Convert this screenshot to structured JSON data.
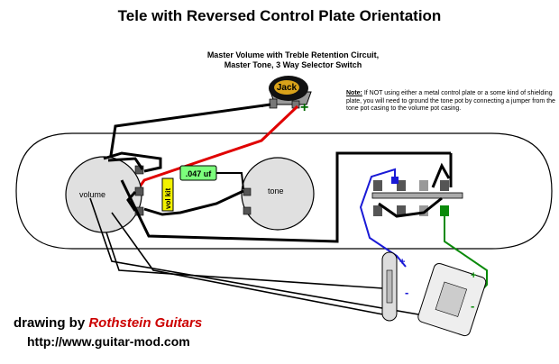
{
  "title": "Tele with Reversed Control Plate Orientation",
  "subtitle_line1": "Master Volume with Treble Retention Circuit,",
  "subtitle_line2": "Master Tone, 3 Way Selector Switch",
  "note": {
    "label": "Note:",
    "text": "If NOT using either a metal control plate or a some kind of shielding plate, you will need to ground the tone pot by connecting a jumper from the tone pot casing to the volume pot casing."
  },
  "labels": {
    "jack": "Jack",
    "jack_minus": "-",
    "jack_plus": "+",
    "volume": "volume",
    "tone": "tone",
    "capacitor": ".047 uf",
    "vol_kit": "vol kit",
    "neck_plus": "+",
    "neck_minus": "-",
    "bridge_plus": "+",
    "bridge_minus": "-"
  },
  "credit": {
    "prefix": "drawing by ",
    "brand": "Rothstein Guitars",
    "url": "http://www.guitar-mod.com"
  },
  "colors": {
    "hot_wire": "#e00000",
    "neck_wire": "#1a1ad6",
    "bridge_wire": "#0a8a0a",
    "capacitor": "#7cff7c",
    "vol_kit": "#f2f200",
    "jack_body": "#d9a21a",
    "pot": "#e0e0e0"
  }
}
